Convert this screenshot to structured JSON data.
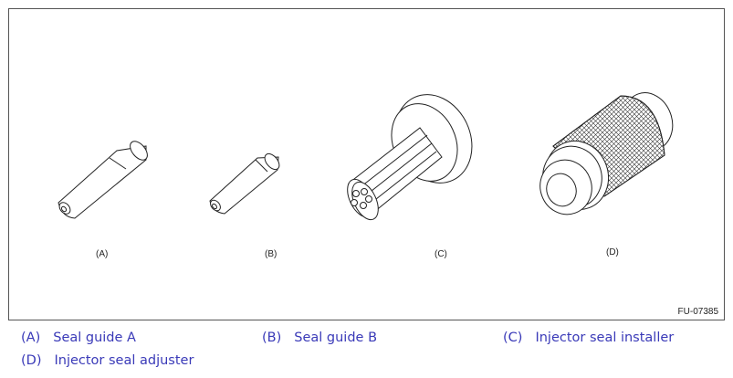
{
  "figure": {
    "tags": [
      "(A)",
      "(B)",
      "(C)",
      "(D)"
    ],
    "code": "FU-07385"
  },
  "legend": [
    {
      "tag": "(A)",
      "label": "Seal guide A"
    },
    {
      "tag": "(B)",
      "label": "Seal guide B"
    },
    {
      "tag": "(C)",
      "label": "Injector seal installer"
    },
    {
      "tag": "(D)",
      "label": "Injector seal adjuster"
    }
  ],
  "colors": {
    "legend_text": "#3a3ab8",
    "line": "#222222"
  }
}
